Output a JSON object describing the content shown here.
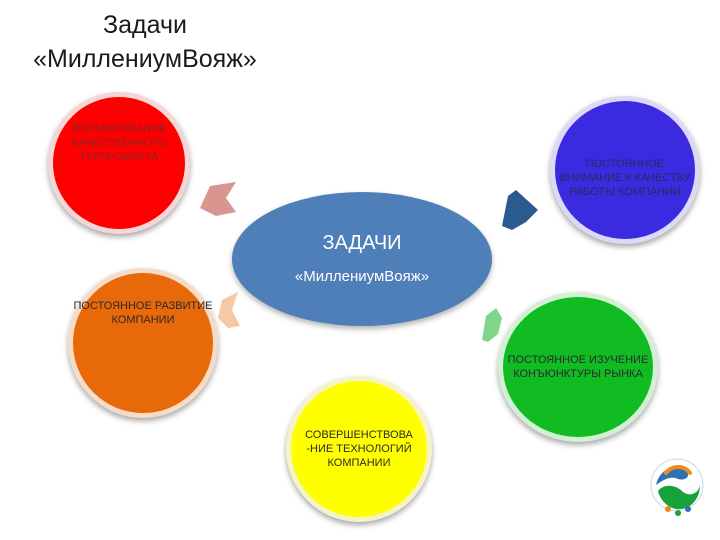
{
  "title": {
    "line1": "Задачи",
    "line2": "«МиллениумВояж»"
  },
  "center": {
    "line1": "ЗАДАЧИ",
    "line2": "«МиллениумВояж»",
    "color": "#4f7fb8"
  },
  "tasks": [
    {
      "label": "Формирование качественного турпродукта",
      "color": "#ff0000"
    },
    {
      "label": "Постоянное внимание к качеству работы компании",
      "color": "#3a2ae0"
    },
    {
      "label": "Постоянное развитие компании",
      "color": "#e8690a"
    },
    {
      "label": "Постоянное изучение конъюнктуры рынка",
      "color": "#11bb22"
    },
    {
      "label": "Совершенствова -ние технологий компании",
      "color": "#ffff00"
    }
  ],
  "logo": {
    "icon": "company-logo-icon"
  }
}
